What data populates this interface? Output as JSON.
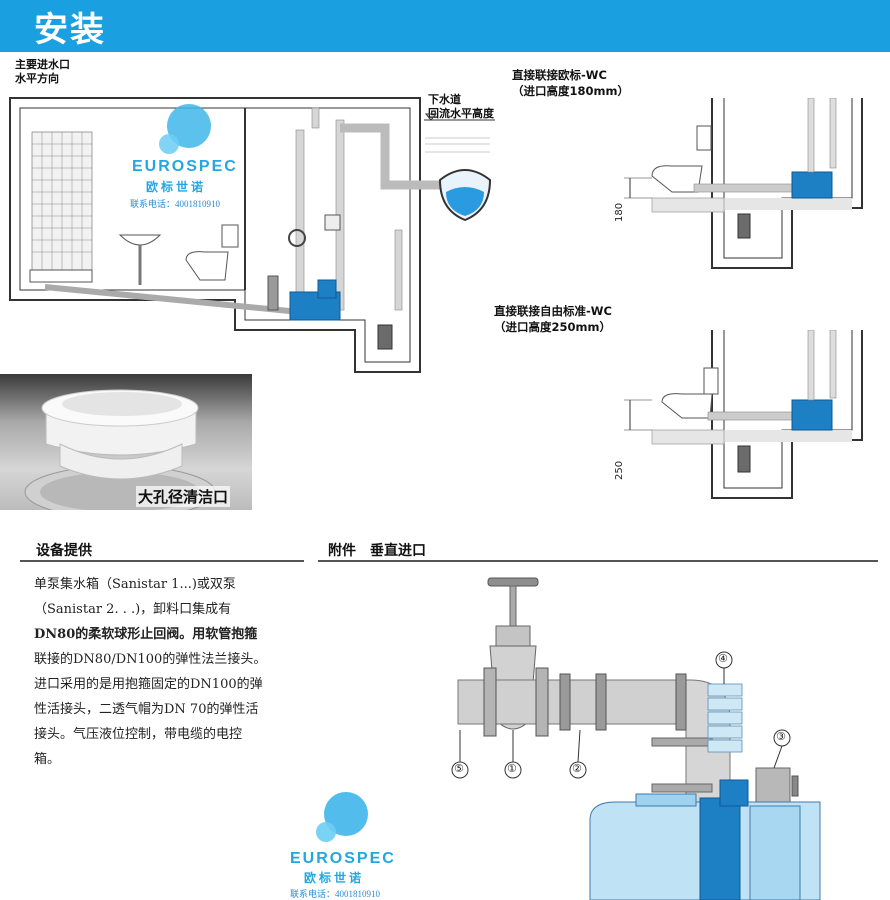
{
  "header": {
    "title": "安装"
  },
  "main_diagram": {
    "inlet_label_line1": "主要进水口",
    "inlet_label_line2": "水平方向",
    "sewer_label_line1": "下水道",
    "sewer_label_line2": "回流水平高度"
  },
  "watermark": {
    "brand": "EUROSPEC",
    "brand_cn": "欧标世诺",
    "tel": "联系电话：4001810910"
  },
  "wc_euro": {
    "title": "直接联接欧标-WC",
    "subtitle": "（进口高度180mm）",
    "dim": "180"
  },
  "wc_free": {
    "title": "直接联接自由标准-WC",
    "subtitle": "（进口高度250mm）",
    "dim": "250"
  },
  "photo": {
    "caption": "大孔径清洁口"
  },
  "equipment": {
    "heading": "设备提供",
    "text_lines": [
      "单泵集水箱（Sanistar 1...)或双泵",
      "（Sanistar 2. . .)，卸料口集成有",
      "DN80的柔软球形止回阀。用软管抱箍",
      "联接的DN80/DN100的弹性法兰接头。",
      "进口采用的是用抱箍固定的DN100的弹",
      "性活接头，二透气帽为DN 70的弹性活",
      "接头。气压液位控制，带电缆的电控",
      "箱。"
    ]
  },
  "accessories": {
    "heading": "附件　垂直进口",
    "callouts": [
      "①",
      "②",
      "③",
      "④",
      "⑤"
    ]
  },
  "colors": {
    "accent": "#1aa0e0",
    "pump_blue": "#1d7fc4",
    "pump_light": "#bfe3f5"
  }
}
